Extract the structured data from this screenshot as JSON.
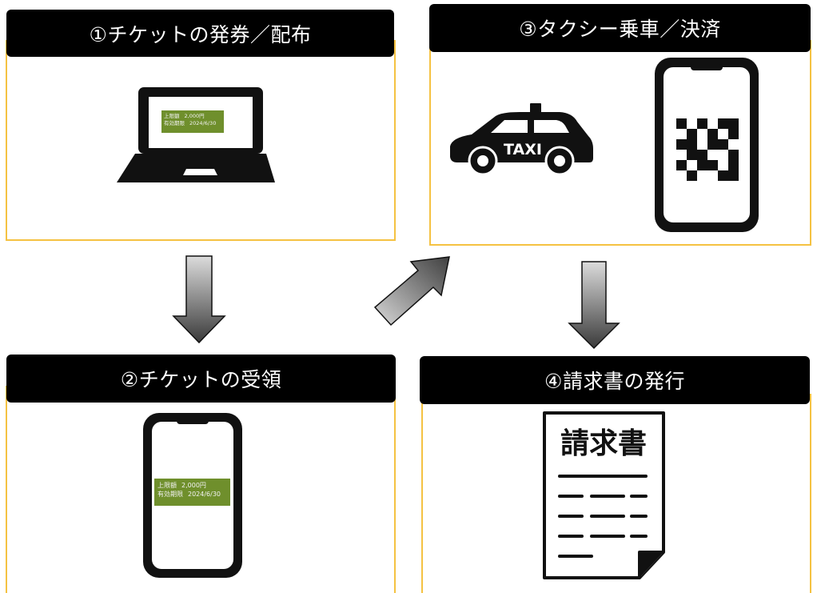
{
  "steps": [
    {
      "title": "①チケットの発券／配布"
    },
    {
      "title": "②チケットの受領"
    },
    {
      "title": "③タクシー乗車／決済"
    },
    {
      "title": "④請求書の発行"
    }
  ],
  "ticket": {
    "limit_label": "上限額",
    "limit_value": "2,000円",
    "expiry_label": "有効期限",
    "expiry_value": "2024/6/30"
  },
  "taxi": {
    "sign": "TAXI"
  },
  "invoice": {
    "title": "請求書"
  },
  "colors": {
    "panel_border": "#f5c242",
    "header_bg": "#000000",
    "ticket_bg": "#6f8f2c"
  }
}
